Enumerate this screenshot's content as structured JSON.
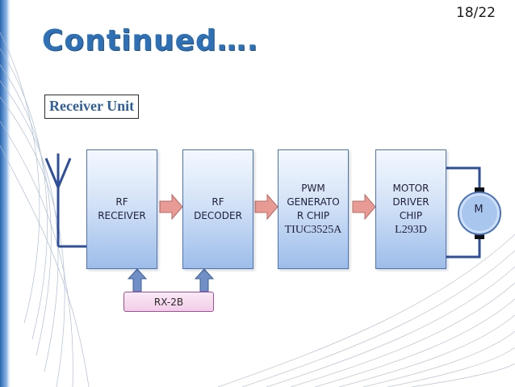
{
  "slide": {
    "page_number": "18/22",
    "title": "Continued….",
    "section_label": "Receiver Unit"
  },
  "blocks": {
    "rf_receiver": "RF\nRECEIVER",
    "rf_decoder": "RF\nDECODER",
    "pwm": "PWM\nGENERATO\nR CHIP",
    "pwm_chip": "TIUC3525A",
    "motor_driver": "MOTOR\nDRIVER\nCHIP",
    "motor_driver_chip": "L293D"
  },
  "rx_label": "RX-2B",
  "motor_label": "M",
  "colors": {
    "title": "#2f6fb3",
    "block_border": "#4a73b8",
    "arrow": "#e89a94",
    "rx_box": "#f2cde8",
    "wire": "#2f4f9a"
  },
  "icons": [
    "antenna-icon",
    "right-arrow-icon",
    "up-arrow-icon",
    "motor-icon"
  ]
}
